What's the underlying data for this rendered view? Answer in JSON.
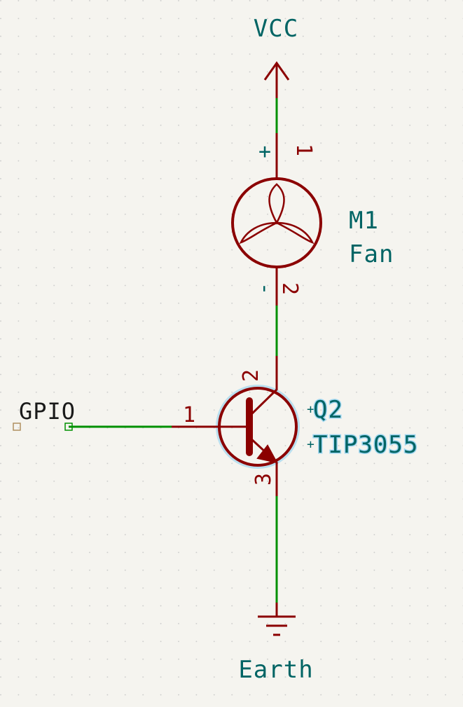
{
  "power": {
    "vcc_label": "VCC",
    "gnd_label": "Earth"
  },
  "fan": {
    "reference": "M1",
    "value": "Fan",
    "pin1_number": "1",
    "pin2_number": "2",
    "plus_sign": "+",
    "minus_sign": "-"
  },
  "transistor": {
    "reference": "Q2",
    "value": "TIP3055",
    "base_pin": "1",
    "collector_pin": "2",
    "emitter_pin": "3"
  },
  "gpio": {
    "label": "GPIO"
  },
  "colors": {
    "background": "#f5f4ef",
    "wire": "#009000",
    "symbol": "#8b0000",
    "label": "#006464",
    "highlight": "#9fd6f0"
  }
}
